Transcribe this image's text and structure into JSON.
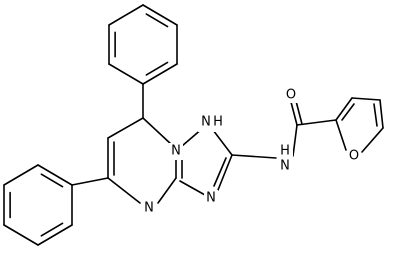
{
  "atoms": {
    "oxygen_carbonyl": "O",
    "amide_n": "N",
    "amide_h": "H",
    "triazole_nh": "N",
    "triazole_nh_h": "H",
    "bridge_n": "N",
    "triazole_n": "N",
    "pyrimidine_n": "N",
    "furan_o": "O"
  }
}
